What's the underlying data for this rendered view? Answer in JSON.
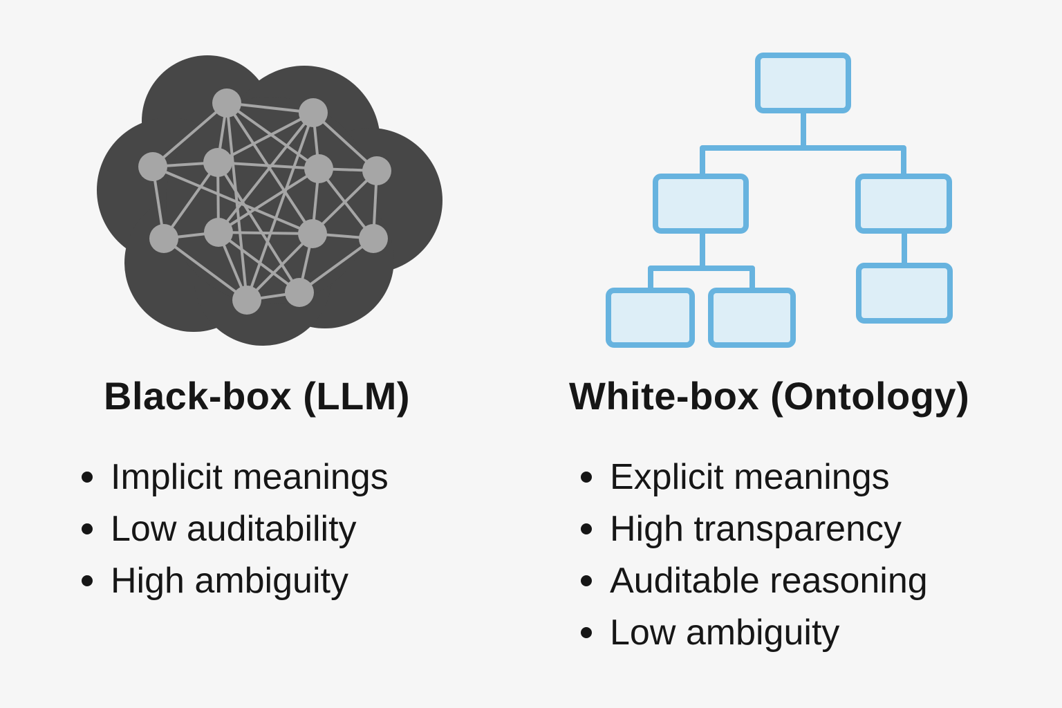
{
  "left": {
    "title": "Black-box (LLM)",
    "icon": "neural-network-cloud-icon",
    "bullets": [
      "Implicit meanings",
      "Low auditability",
      "High ambiguity"
    ]
  },
  "right": {
    "title": "White-box (Ontology)",
    "icon": "hierarchy-tree-icon",
    "bullets": [
      "Explicit meanings",
      "High transparency",
      "Auditable reasoning",
      "Low ambiguity"
    ]
  },
  "colors": {
    "background": "#f6f6f6",
    "cloud": "#474747",
    "network": "#a6a6a6",
    "tree_stroke": "#67b3df",
    "tree_fill": "#ddeef7",
    "text": "#161616"
  }
}
